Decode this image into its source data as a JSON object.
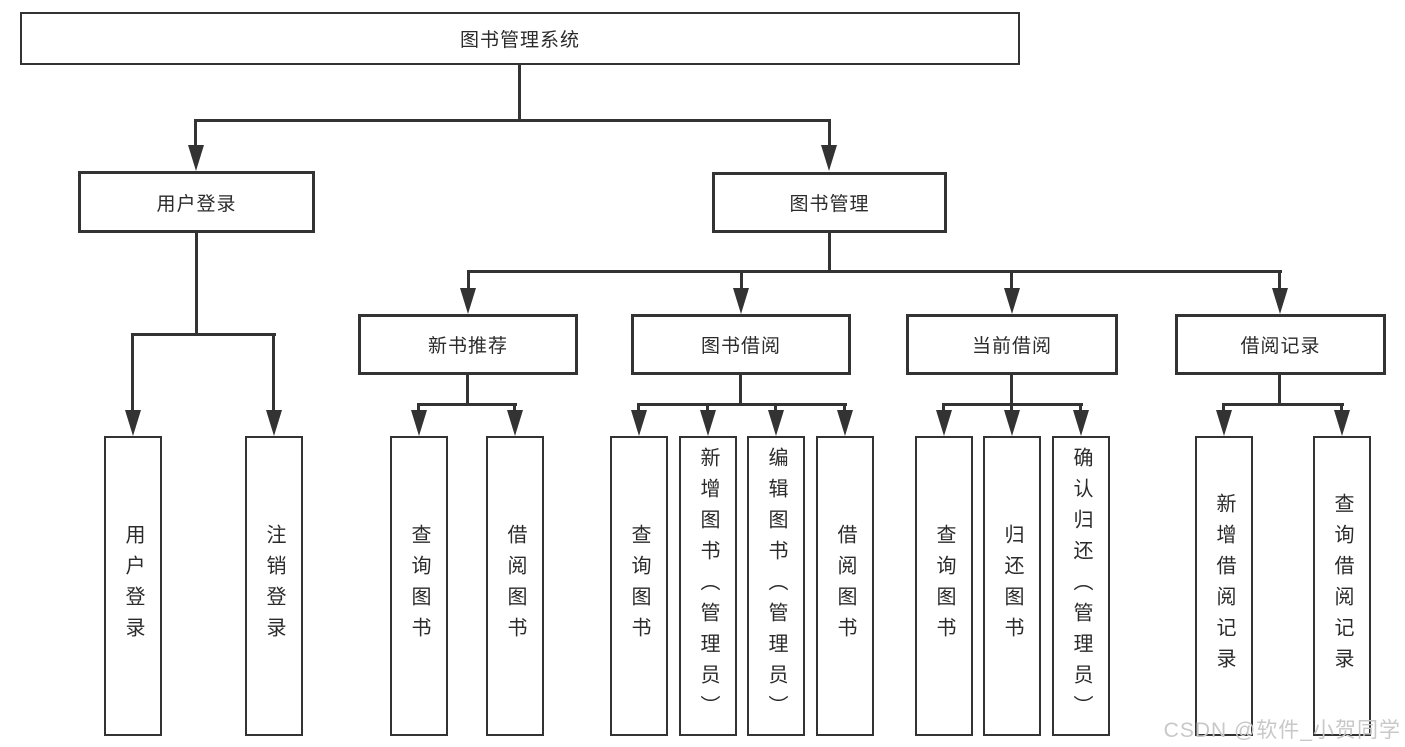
{
  "colors": {
    "line": "#333333",
    "text": "#2b2b2b",
    "background": "#ffffff",
    "watermark": "#c8c8c8"
  },
  "watermark": {
    "text": "CSDN @软件_小贺同学"
  },
  "diagram": {
    "type": "tree",
    "root": {
      "label": "图书管理系统"
    },
    "branches": [
      {
        "label": "用户登录",
        "children": [
          {
            "label": "用户登录"
          },
          {
            "label": "注销登录"
          }
        ]
      },
      {
        "label": "图书管理",
        "children": [
          {
            "label": "新书推荐",
            "children": [
              {
                "label": "查询图书"
              },
              {
                "label": "借阅图书"
              }
            ]
          },
          {
            "label": "图书借阅",
            "children": [
              {
                "label": "查询图书"
              },
              {
                "label": "新增图书（管理员）"
              },
              {
                "label": "编辑图书（管理员）"
              },
              {
                "label": "借阅图书"
              }
            ]
          },
          {
            "label": "当前借阅",
            "children": [
              {
                "label": "查询图书"
              },
              {
                "label": "归还图书"
              },
              {
                "label": "确认归还（管理员）"
              }
            ]
          },
          {
            "label": "借阅记录",
            "children": [
              {
                "label": "新增借阅记录"
              },
              {
                "label": "查询借阅记录"
              }
            ]
          }
        ]
      }
    ]
  }
}
